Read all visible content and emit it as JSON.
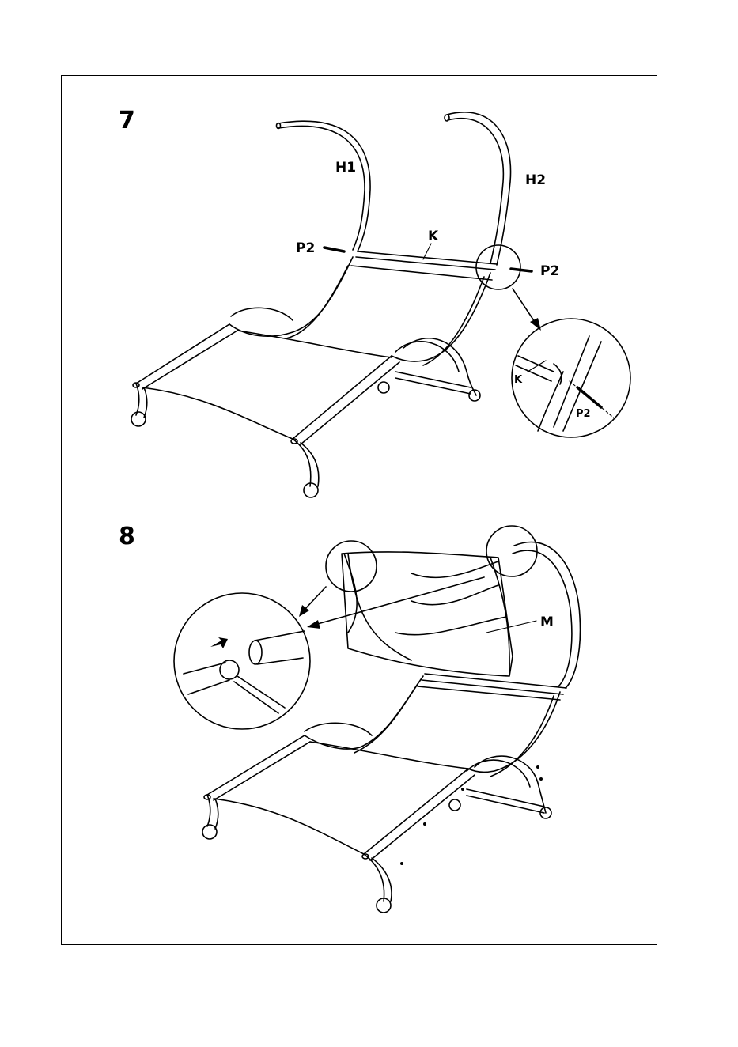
{
  "steps": [
    {
      "number": "7",
      "labels": {
        "h1": "H1",
        "h2": "H2",
        "k": "K",
        "p2_left": "P2",
        "p2_right": "P2",
        "detail_k": "K",
        "detail_p2": "P2"
      }
    },
    {
      "number": "8",
      "labels": {
        "m": "M"
      }
    }
  ],
  "colors": {
    "line": "#000000",
    "background": "#ffffff"
  },
  "icon_names": [
    "arrow-icon",
    "magnifier-circle-icon"
  ]
}
